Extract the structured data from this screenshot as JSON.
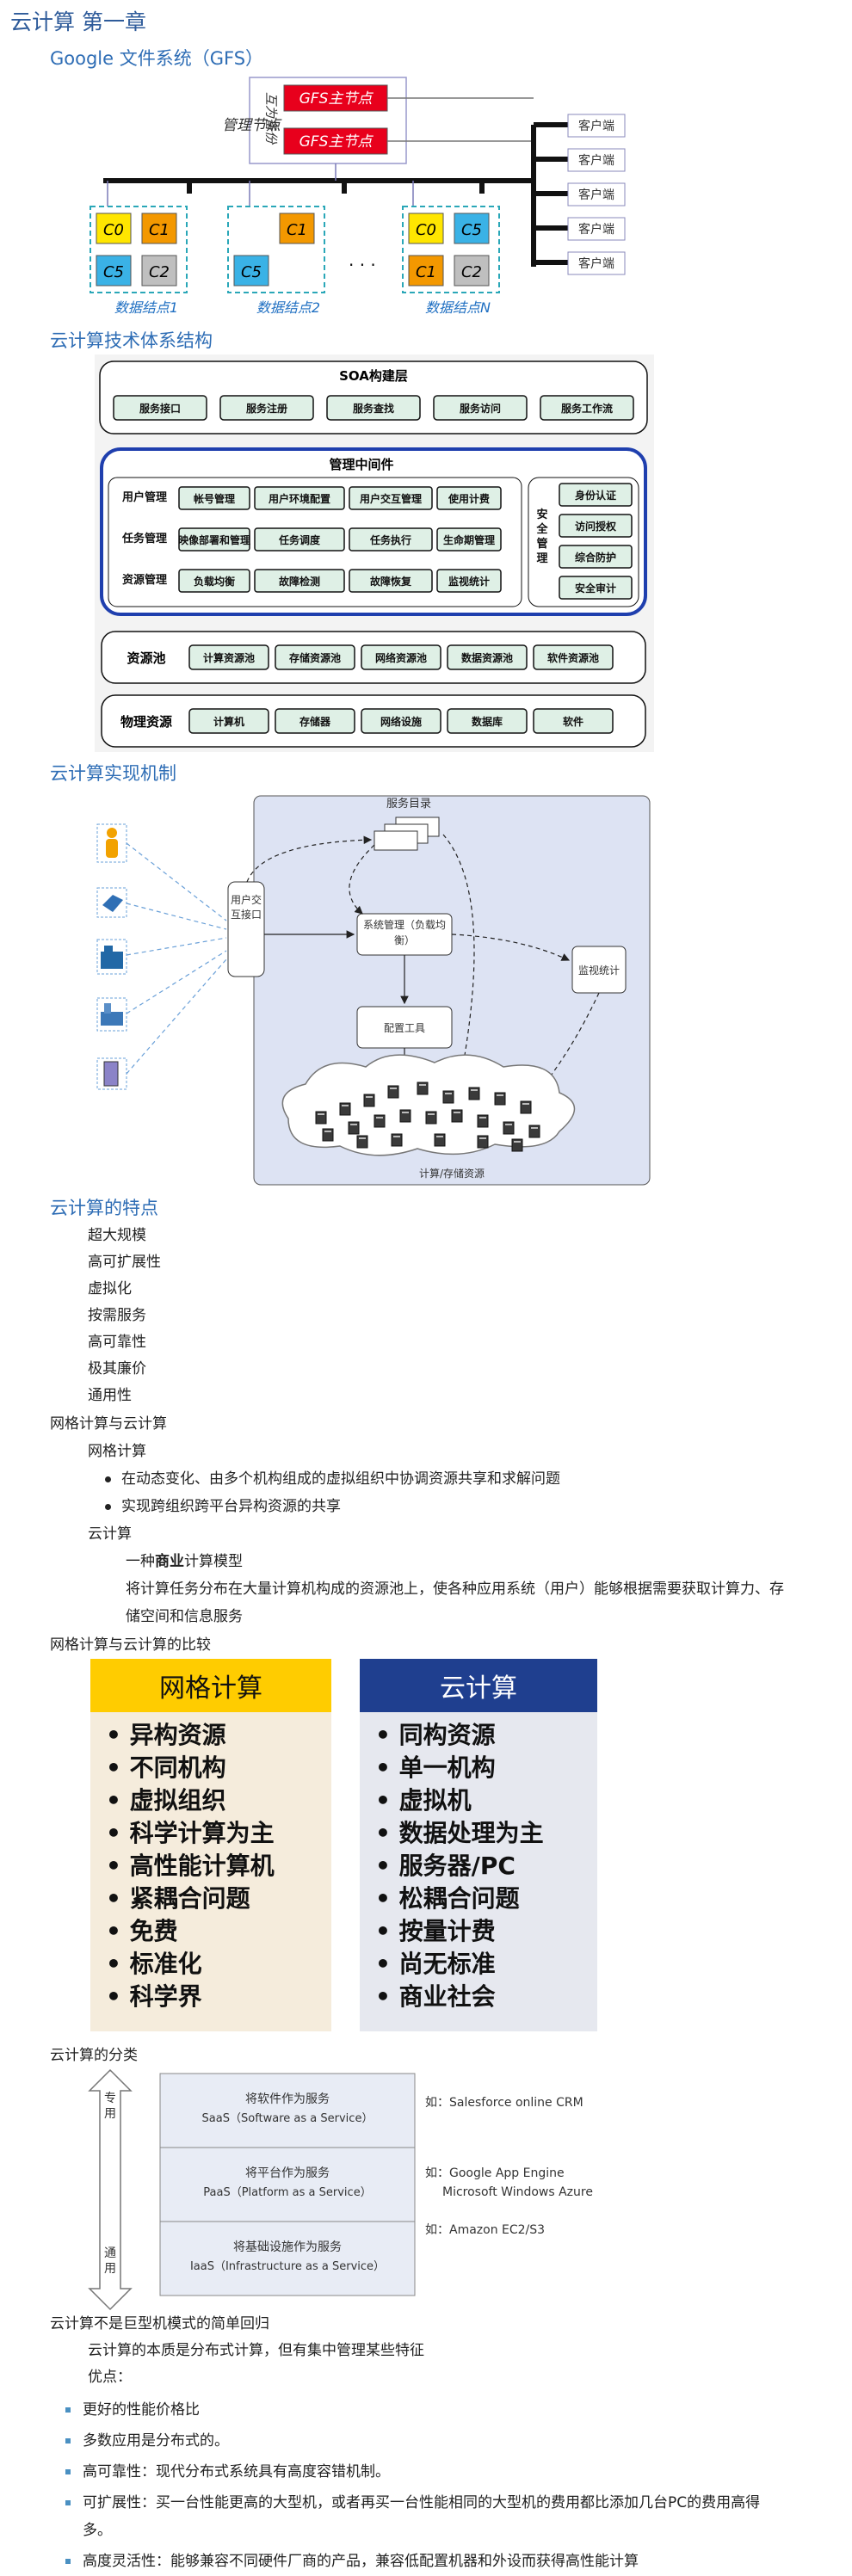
{
  "title": "云计算 第一章",
  "gfs": {
    "heading": "Google 文件系统（GFS）",
    "manage_label": "管理节点",
    "backup_label": "互为备份",
    "master1": "GFS主节点",
    "master2": "GFS主节点",
    "clients": [
      "客户端",
      "客户端",
      "客户端",
      "客户端",
      "客户端"
    ],
    "node_labels": [
      "数据结点1",
      "数据结点2",
      "数据结点N"
    ],
    "ellipsis": "· · ·"
  },
  "arch": {
    "heading": "云计算技术体系结构",
    "soa_title": "SOA构建层",
    "soa_items": [
      "服务接口",
      "服务注册",
      "服务查找",
      "服务访问",
      "服务工作流"
    ],
    "mw_title": "管理中间件",
    "rows": [
      {
        "label": "用户管理",
        "items": [
          "帐号管理",
          "用户环境配置",
          "用户交互管理",
          "使用计费"
        ]
      },
      {
        "label": "任务管理",
        "items": [
          "映像部署和管理",
          "任务调度",
          "任务执行",
          "生命期管理"
        ]
      },
      {
        "label": "资源管理",
        "items": [
          "负载均衡",
          "故障检测",
          "故障恢复",
          "监视统计"
        ]
      }
    ],
    "security_title": "安全管理",
    "security_items": [
      "身份认证",
      "访问授权",
      "综合防护",
      "安全审计"
    ],
    "pool_label": "资源池",
    "pool_items": [
      "计算资源池",
      "存储资源池",
      "网络资源池",
      "数据资源池",
      "软件资源池"
    ],
    "phys_label": "物理资源",
    "phys_items": [
      "计算机",
      "存储器",
      "网络设施",
      "数据库",
      "软件"
    ]
  },
  "mech": {
    "heading": "云计算实现机制",
    "service_catalog": "服务目录",
    "user_interface": "用户交互接口",
    "sys_mgmt": "系统管理（负载均衡）",
    "monitor": "监视统计",
    "config_tool": "配置工具",
    "resources": "计算/存储资源"
  },
  "features": {
    "heading": "云计算的特点",
    "items": [
      "超大规模",
      "高可扩展性",
      "虚拟化",
      "按需服务",
      "高可靠性",
      "极其廉价",
      "通用性"
    ]
  },
  "grid_cloud": {
    "heading": "网格计算与云计算",
    "grid_label": "网格计算",
    "grid_bullets": [
      "在动态变化、由多个机构组成的虚拟组织中协调资源共享和求解问题",
      "实现跨组织跨平台异构资源的共享"
    ],
    "cloud_label": "云计算",
    "cloud_line1_pre": "一种",
    "cloud_line1_bold": "商业",
    "cloud_line1_post": "计算模型",
    "cloud_line2": "将计算任务分布在大量计算机构成的资源池上，使各种应用系统（用户）能够根据需要获取计算力、存",
    "cloud_line3": "储空间和信息服务"
  },
  "compare": {
    "heading": "网格计算与云计算的比较",
    "grid_title": "网格计算",
    "grid_items": [
      "异构资源",
      "不同机构",
      "虚拟组织",
      "科学计算为主",
      "高性能计算机",
      "紧耦合问题",
      "免费",
      "标准化",
      "科学界"
    ],
    "cloud_title": "云计算",
    "cloud_items": [
      "同构资源",
      "单一机构",
      "虚拟机",
      "数据处理为主",
      "服务器/PC",
      "松耦合问题",
      "按量计费",
      "尚无标准",
      "商业社会"
    ]
  },
  "classify": {
    "heading": "云计算的分类",
    "top_label": "专用",
    "bottom_label": "通用",
    "layers": [
      {
        "cn": "将软件作为服务",
        "en": "SaaS（Software as a Service）",
        "example": "如：Salesforce online CRM"
      },
      {
        "cn": "将平台作为服务",
        "en": "PaaS（Platform as a Service）",
        "example": "如：Google App Engine"
      },
      {
        "cn": "将基础设施作为服务",
        "en": "IaaS（Infrastructure as a Service）",
        "example": "如：Amazon EC2/S3"
      }
    ],
    "example_extra": "Microsoft Windows Azure"
  },
  "mainframe": {
    "heading": "云计算不是巨型机模式的简单回归",
    "line1": "云计算的本质是分布式计算，但有集中管理某些特征",
    "line2": "优点：",
    "bullets": [
      "更好的性能价格比",
      "多数应用是分布式的。",
      "高可靠性：现代分布式系统具有高度容错机制。",
      "可扩展性：买一台性能更高的大型机，或者再买一台性能相同的大型机的费用都比添加几台PC的费用高得",
      "多。",
      "高度灵活性：能够兼容不同硬件厂商的产品，兼容低配置机器和外设而获得高性能计算"
    ]
  }
}
